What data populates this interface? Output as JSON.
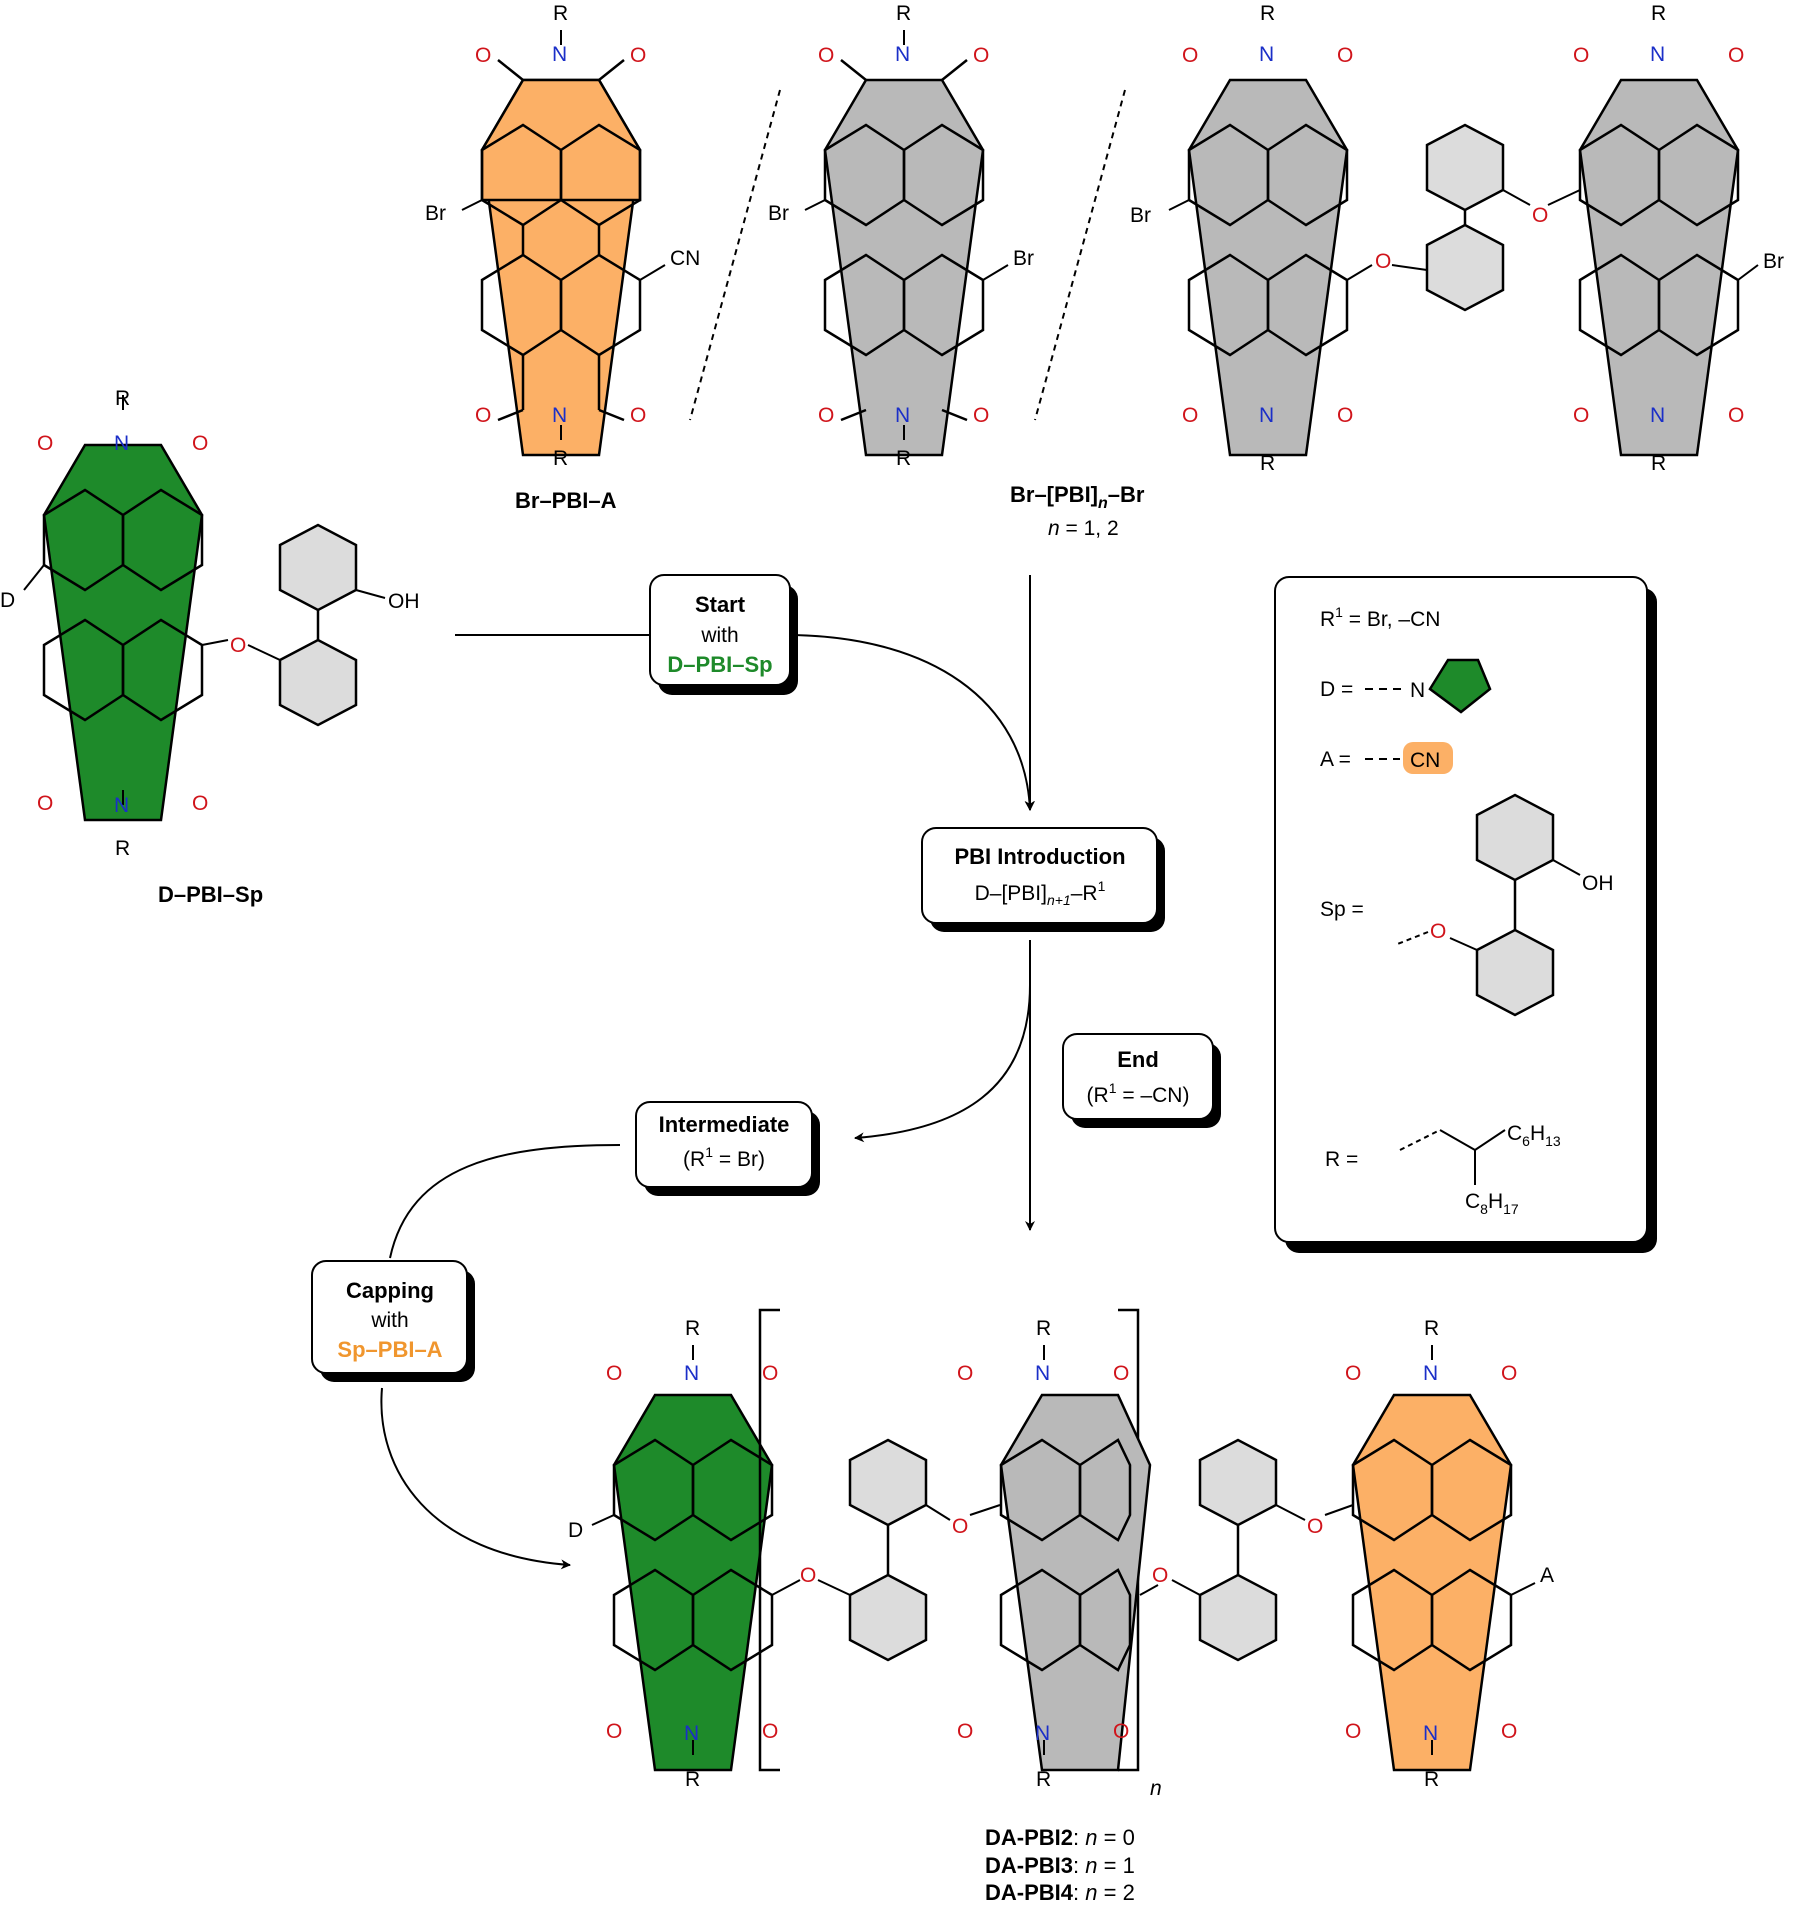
{
  "colors": {
    "green_pbi": "#1e8a2a",
    "orange_pbi": "#fcb066",
    "gray_pbi": "#b9b9b9",
    "spacer_ring": "#dcdcdc",
    "oxygen": "#d0141b",
    "nitrogen": "#1b2fc8",
    "accent_green_text": "#1e8a2a",
    "accent_orange_text": "#f0962e"
  },
  "compounds": {
    "br_pbi_a": "Br–PBI–A",
    "br_pbi_n_br_pre": "Br–[PBI]",
    "br_pbi_n_br_n": "n",
    "br_pbi_n_br_post": "–Br",
    "n_values_n": "n",
    "n_values": " = 1, 2",
    "d_pbi_sp": "D–PBI–Sp"
  },
  "atoms": {
    "R": "R",
    "O": "O",
    "N": "N",
    "Br": "Br",
    "CN": "CN",
    "D": "D",
    "A": "A",
    "OH": "OH",
    "n": "n"
  },
  "steps": {
    "start": {
      "title": "Start",
      "line2": "with",
      "line3": "D–PBI–Sp"
    },
    "pbi_intro": {
      "title": "PBI Introduction",
      "line2_pre": "D–[PBI]",
      "line2_sub": "n+1",
      "line2_mid": "–R",
      "line2_sup": "1"
    },
    "end": {
      "title": "End",
      "line2_pre": "(R",
      "line2_sup": "1",
      "line2_post": " = –CN)"
    },
    "intermediate": {
      "title": "Intermediate",
      "line2_pre": "(R",
      "line2_sup": "1",
      "line2_post": " = Br)"
    },
    "capping": {
      "title": "Capping",
      "line2": "with",
      "line3": "Sp–PBI–A"
    }
  },
  "legend": {
    "r1": {
      "pre": "R",
      "sup": "1",
      "post": " = Br, –CN"
    },
    "d": "D =",
    "d_atom": "N",
    "a": "A =",
    "a_group": "CN",
    "sp": "Sp =",
    "sp_o": "O",
    "sp_oh": "OH",
    "r": "R =",
    "c6": {
      "c": "C",
      "s1": "6",
      "h": "H",
      "s2": "13"
    },
    "c8": {
      "c": "C",
      "s1": "8",
      "h": "H",
      "s2": "17"
    }
  },
  "products": [
    {
      "name": "DA-PBI2",
      "n_label": "n",
      "value": " = 0"
    },
    {
      "name": "DA-PBI3",
      "n_label": "n",
      "value": " = 1"
    },
    {
      "name": "DA-PBI4",
      "n_label": "n",
      "value": " = 2"
    }
  ]
}
